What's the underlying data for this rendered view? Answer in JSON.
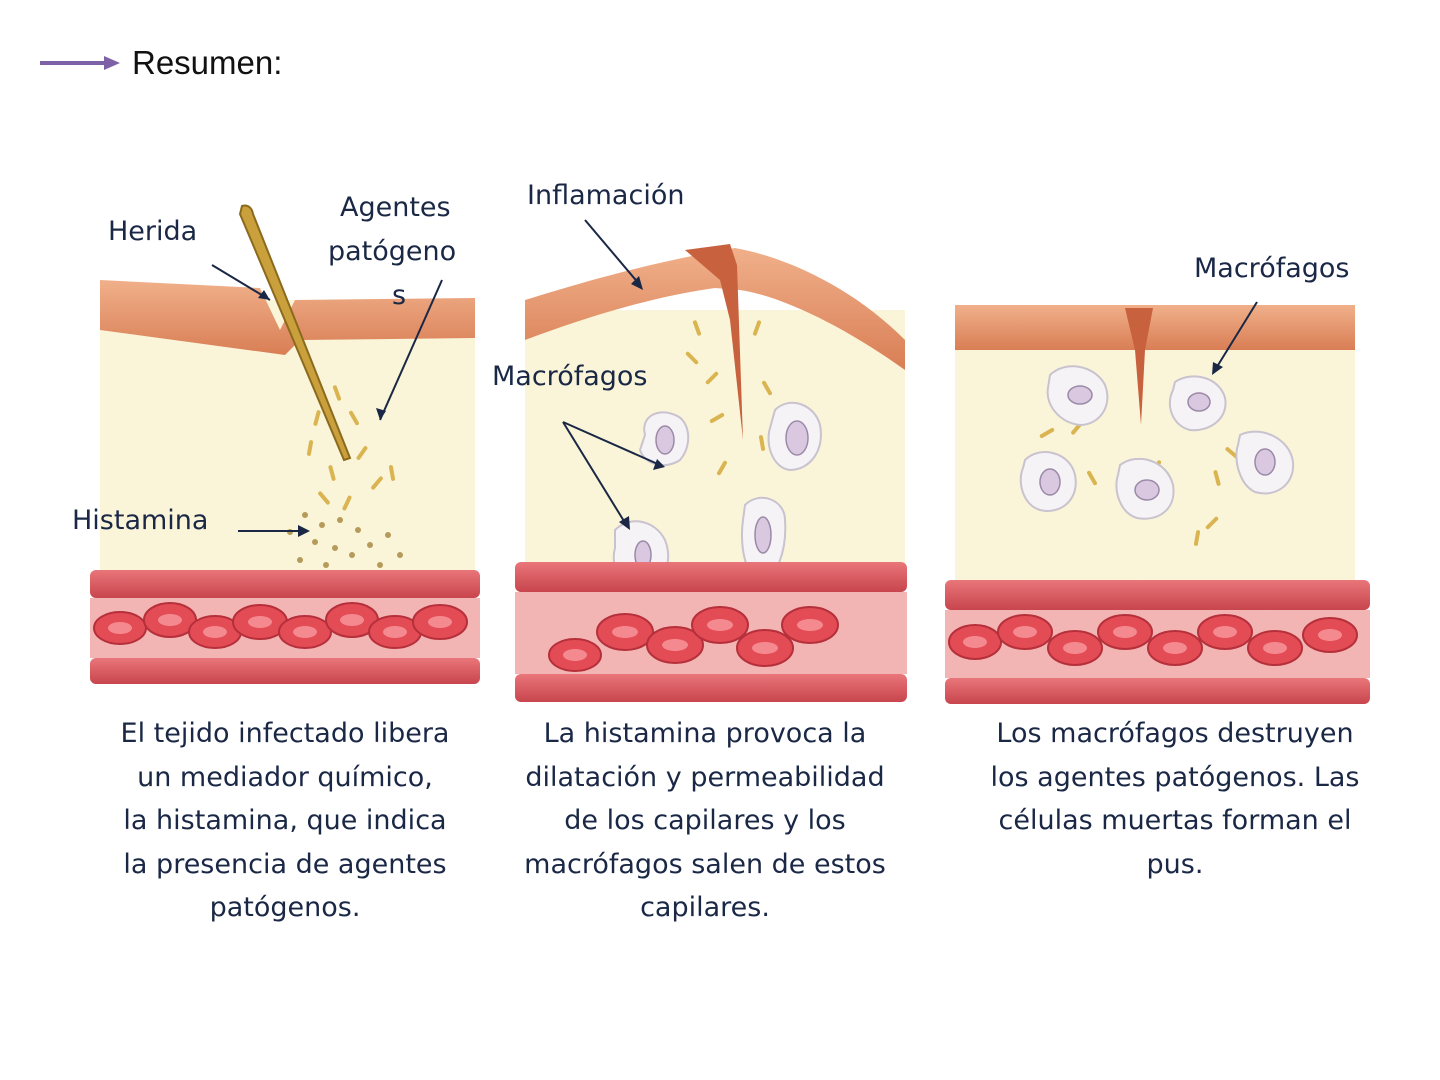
{
  "slide": {
    "title": "Resumen:",
    "arrow_color": "#7d62a8"
  },
  "panels": [
    {
      "labels": {
        "herida": "Herida",
        "agentes_line1": "Agentes",
        "agentes_line2": "patógeno",
        "agentes_line3": "s",
        "histamina": "Histamina"
      },
      "caption_lines": [
        "El tejido infectado libera",
        "un mediador químico,",
        "la histamina, que indica",
        "la presencia de agentes",
        "patógenos."
      ]
    },
    {
      "labels": {
        "inflamacion": "Inflamación",
        "macrofagos": "Macrófagos"
      },
      "caption_lines": [
        "La histamina provoca la",
        "dilatación y permeabilidad",
        "de los capilares y los",
        "macrófagos salen de estos",
        "capilares."
      ]
    },
    {
      "labels": {
        "macrofagos": "Macrófagos"
      },
      "caption_lines": [
        "Los macrófagos destruyen",
        "los agentes patógenos. Las",
        "células muertas forman el",
        "pus."
      ]
    }
  ],
  "colors": {
    "skin": "#e8956a",
    "tissue": "#faf5d8",
    "vessel_wall": "#d9545a",
    "blood_cell": "#e34b55",
    "bacteria": "#d9b451",
    "macrophage": "#f6f3f6",
    "label_text": "#1a2846"
  },
  "icons": [
    "arrow-right-icon"
  ]
}
